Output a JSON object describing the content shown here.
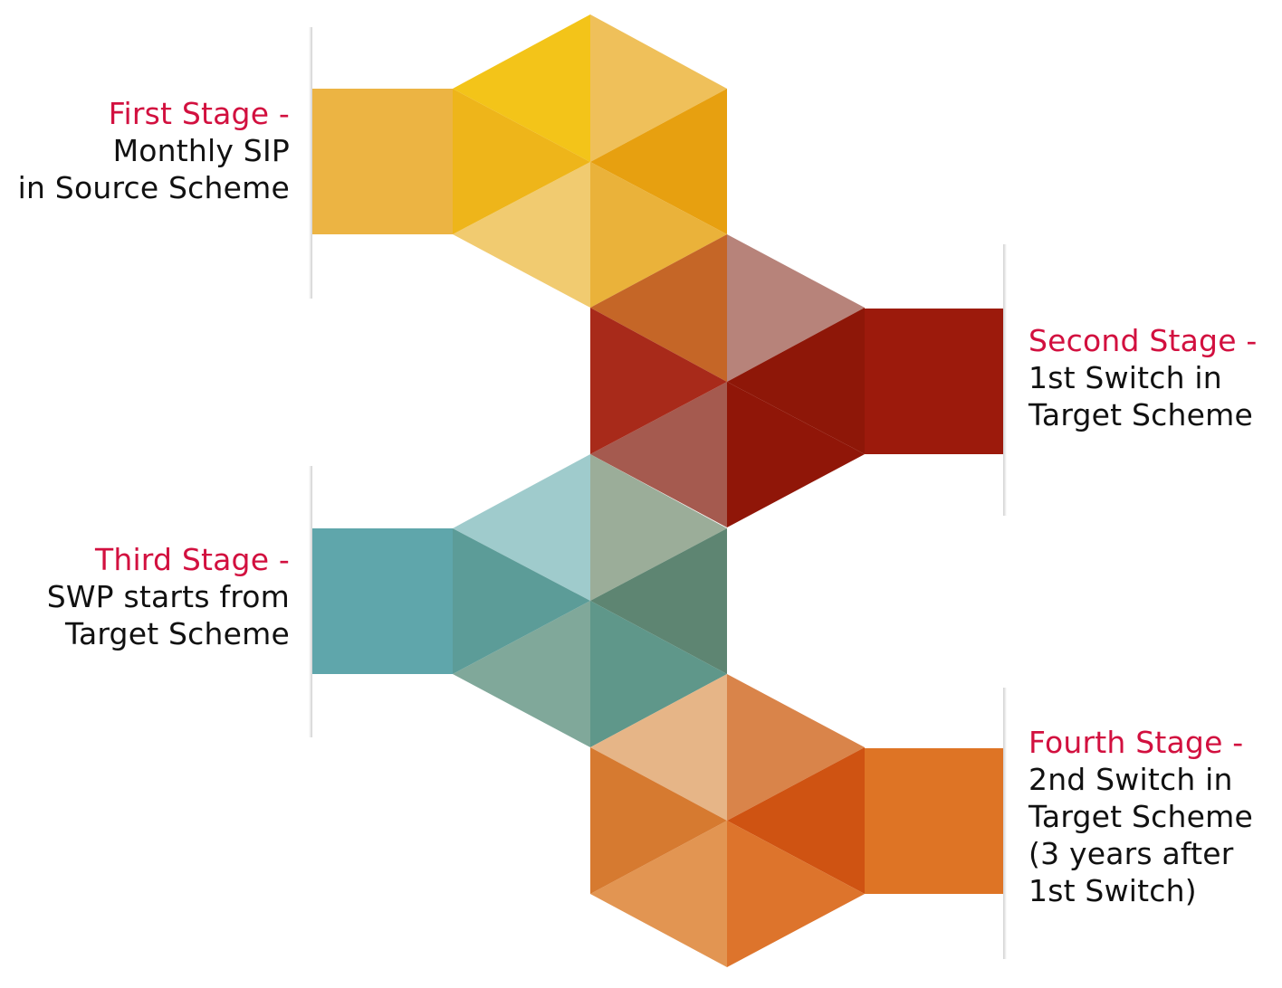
{
  "stages": [
    {
      "title": "First Stage -",
      "lines": [
        "Monthly SIP",
        "in Source Scheme"
      ],
      "color": "#ecb443"
    },
    {
      "title": "Second Stage -",
      "lines": [
        "1st Switch in",
        "Target Scheme"
      ],
      "color": "#9c1a0c"
    },
    {
      "title": "Third Stage -",
      "lines": [
        "SWP starts from",
        "Target Scheme"
      ],
      "color": "#5fa6ab"
    },
    {
      "title": "Fourth Stage -",
      "lines": [
        "2nd Switch in",
        "Target Scheme",
        "(3 years after",
        "1st Switch)"
      ],
      "color": "#de7425"
    }
  ],
  "colors": {
    "title_accent": "#d2103f",
    "text": "#111111"
  }
}
